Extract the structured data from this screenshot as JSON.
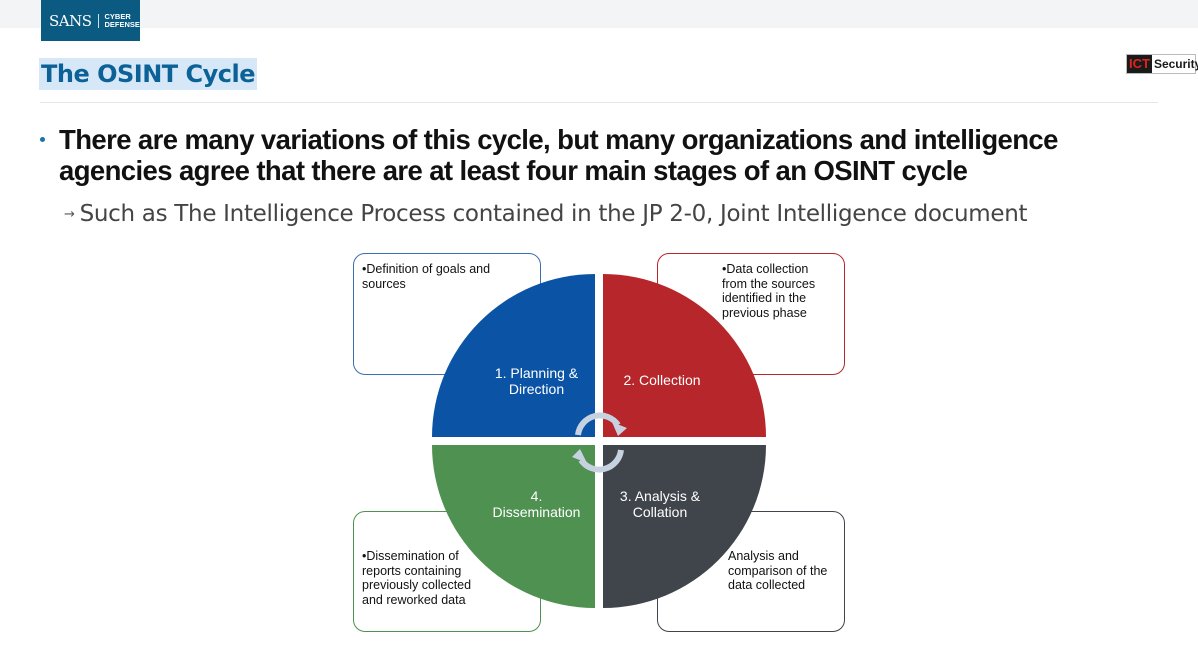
{
  "header": {
    "logo": {
      "brand": "SANS",
      "line1": "CYBER",
      "line2": "DEFENSE"
    },
    "partner_logo": {
      "part1": "ICT",
      "part2": "Security"
    }
  },
  "slide": {
    "title": "The OSINT Cycle",
    "bullet": "There are many variations of this cycle, but many organizations and intelligence agencies agree that there are at least four main stages of an OSINT cycle",
    "sub_arrow": "→",
    "sub_bullet": "Such as The Intelligence Process contained in the JP 2-0, Joint Intelligence document"
  },
  "diagram": {
    "colors": {
      "planning": "#0b54a5",
      "collection": "#b6262a",
      "analysis": "#40444b",
      "dissemination": "#4f9150",
      "arrows": "#c7d2e0"
    },
    "stages": [
      {
        "label_line1": "1. Planning &",
        "label_line2": "Direction",
        "description": "•Definition of goals and sources",
        "border_color": "#3a6fb0"
      },
      {
        "label_line1": "2. Collection",
        "label_line2": "",
        "description": "•Data collection from the sources identified in the previous phase",
        "border_color": "#b6262a"
      },
      {
        "label_line1": "3. Analysis &",
        "label_line2": "Collation",
        "description": "Analysis and comparison of the data collected",
        "border_color": "#40444b"
      },
      {
        "label_line1": "4.",
        "label_line2": "Dissemination",
        "description": "•Dissemination of reports containing previously collected and reworked data",
        "border_color": "#4f9150"
      }
    ]
  }
}
